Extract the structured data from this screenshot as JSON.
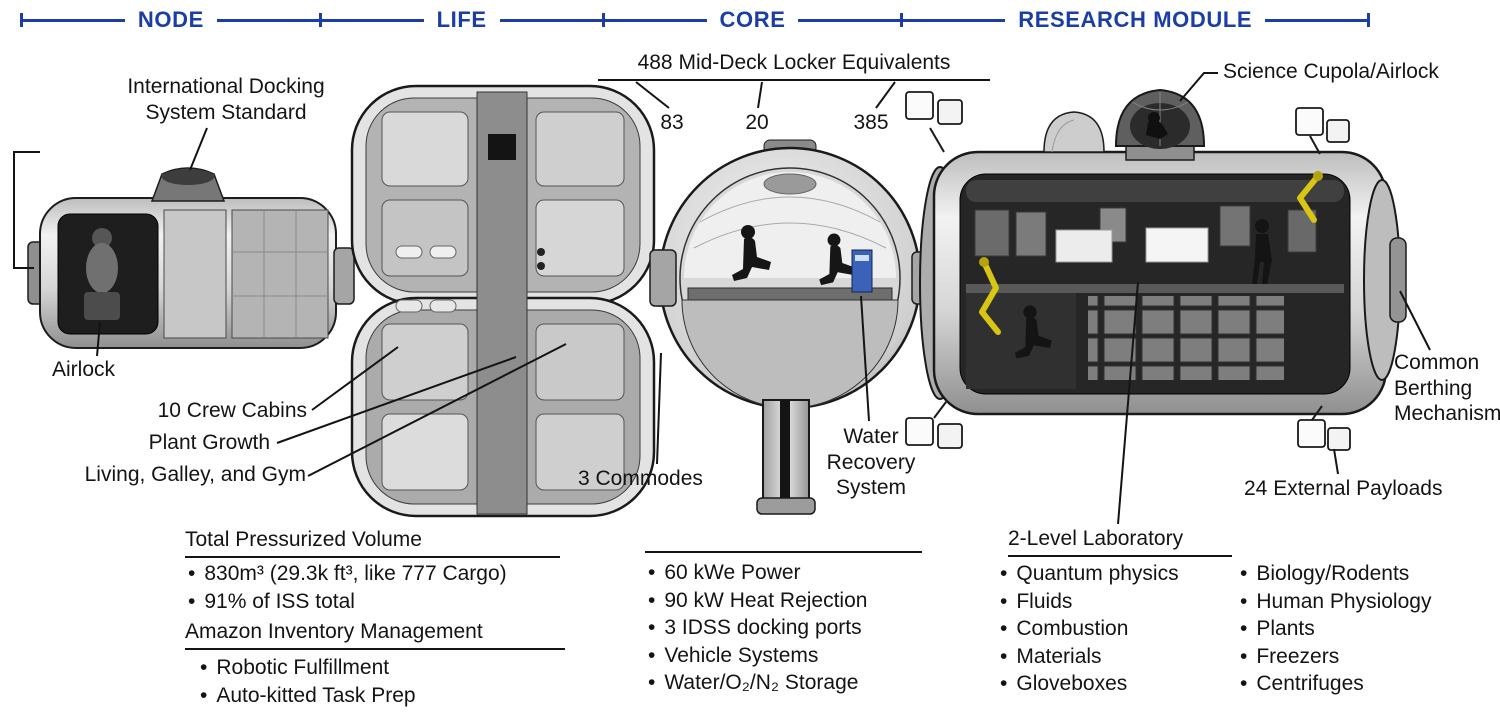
{
  "header": {
    "sections": [
      "NODE",
      "LIFE",
      "CORE",
      "RESEARCH MODULE"
    ]
  },
  "callouts": {
    "midlocker_title": "488 Mid-Deck Locker Equivalents",
    "midlocker_values": [
      "83",
      "20",
      "385"
    ],
    "science_cupola": "Science Cupola/Airlock",
    "idss": "International Docking\nSystem Standard",
    "airlock": "Airlock",
    "crew_cabins": "10 Crew Cabins",
    "plant_growth": "Plant Growth",
    "living_galley_gym": "Living, Galley, and Gym",
    "commodes": "3 Commodes",
    "water_recovery": "Water\nRecovery\nSystem",
    "common_berthing": "Common\nBerthing\nMechanism",
    "external_payloads": "24 External Payloads"
  },
  "info_panels": {
    "pressurized_volume": {
      "title": "Total Pressurized Volume",
      "items": [
        "830m³ (29.3k ft³, like 777 Cargo)",
        "91% of ISS total"
      ]
    },
    "amazon_inventory": {
      "title": "Amazon Inventory Management",
      "items": [
        "Robotic Fulfillment",
        "Auto-kitted Task Prep"
      ]
    },
    "core_systems": {
      "items": [
        "60 kWe Power",
        "90 kW Heat Rejection",
        "3 IDSS docking ports",
        "Vehicle Systems",
        "Water/O₂/N₂ Storage"
      ]
    },
    "laboratory": {
      "title": "2-Level Laboratory",
      "col1": [
        "Quantum physics",
        "Fluids",
        "Combustion",
        "Materials",
        "Gloveboxes"
      ],
      "col2": [
        "Biology/Rodents",
        "Human Physiology",
        "Plants",
        "Freezers",
        "Centrifuges"
      ]
    }
  },
  "colors": {
    "header_blue": "#1b3da6",
    "accent_yellow": "#d8c514",
    "water_box_blue": "#3a62b8"
  }
}
